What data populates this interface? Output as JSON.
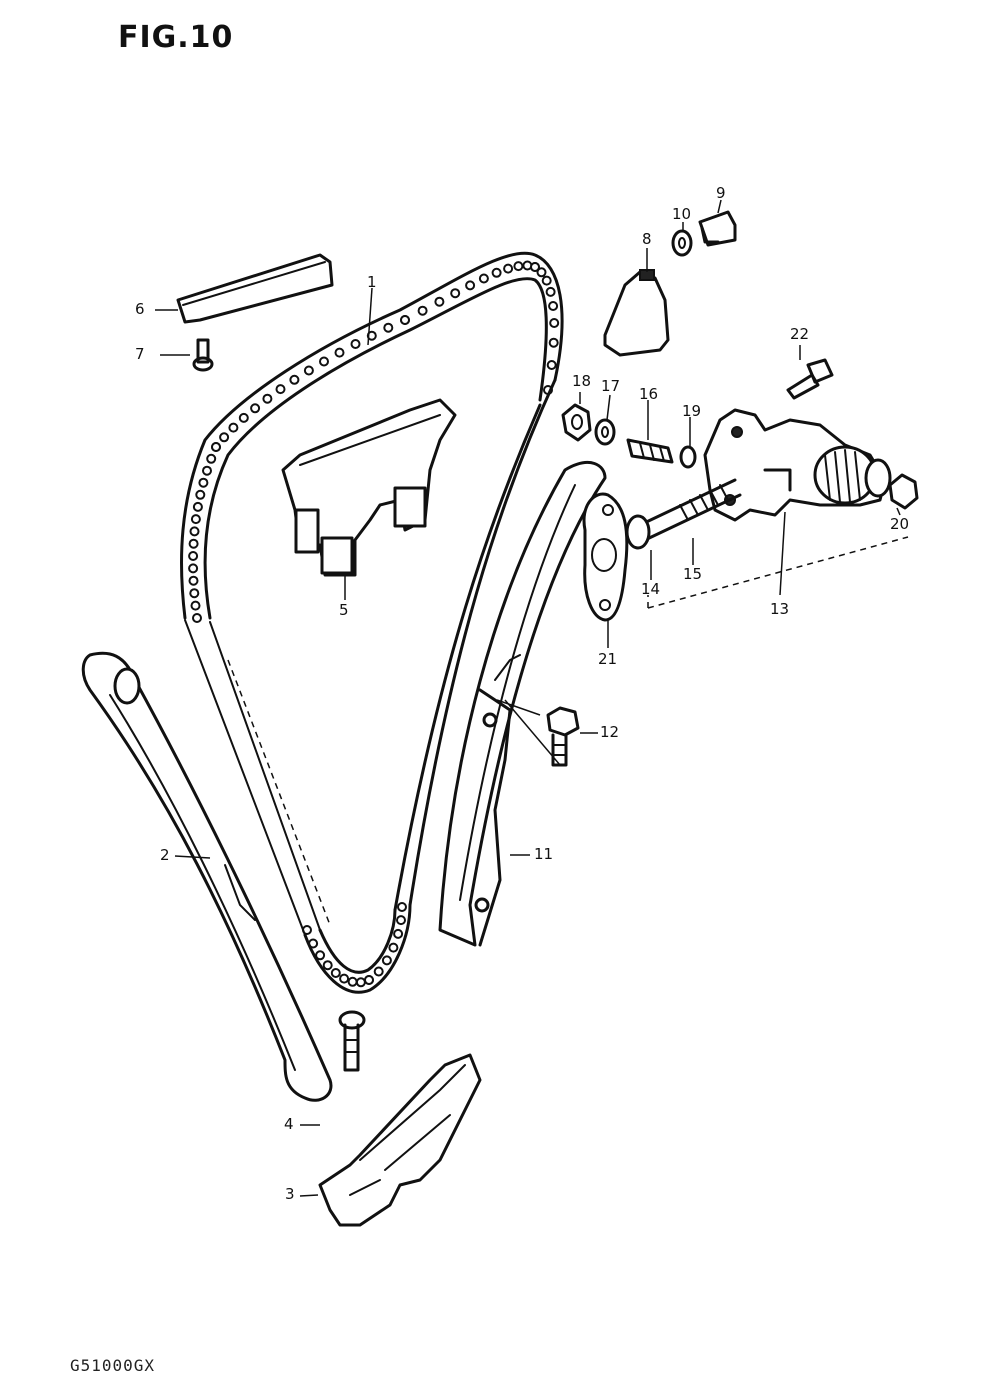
{
  "figure": {
    "title": "FIG.10",
    "code": "G51000GX"
  },
  "callouts": [
    {
      "id": "c1",
      "label": "1"
    },
    {
      "id": "c2",
      "label": "2"
    },
    {
      "id": "c3",
      "label": "3"
    },
    {
      "id": "c4",
      "label": "4"
    },
    {
      "id": "c5",
      "label": "5"
    },
    {
      "id": "c6",
      "label": "6"
    },
    {
      "id": "c7",
      "label": "7"
    },
    {
      "id": "c8",
      "label": "8"
    },
    {
      "id": "c9",
      "label": "9"
    },
    {
      "id": "c10",
      "label": "10"
    },
    {
      "id": "c11",
      "label": "11"
    },
    {
      "id": "c12",
      "label": "12"
    },
    {
      "id": "c13",
      "label": "13"
    },
    {
      "id": "c14",
      "label": "14"
    },
    {
      "id": "c15",
      "label": "15"
    },
    {
      "id": "c16",
      "label": "16"
    },
    {
      "id": "c17",
      "label": "17"
    },
    {
      "id": "c18",
      "label": "18"
    },
    {
      "id": "c19",
      "label": "19"
    },
    {
      "id": "c20",
      "label": "20"
    },
    {
      "id": "c21",
      "label": "21"
    },
    {
      "id": "c22",
      "label": "22"
    }
  ]
}
